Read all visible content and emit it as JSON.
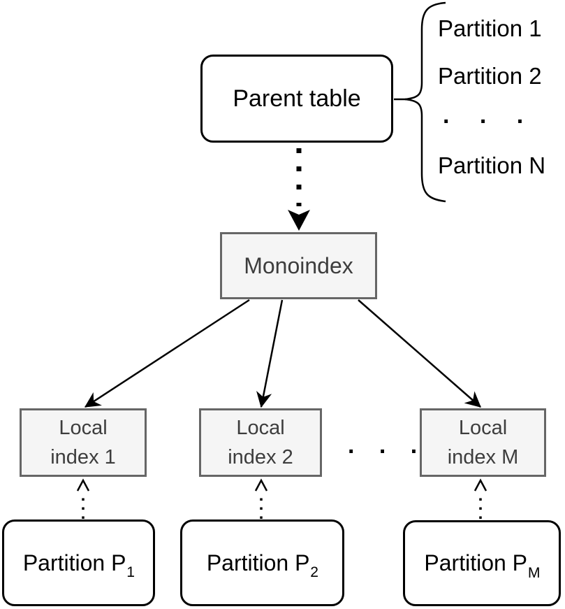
{
  "nodes": {
    "parent_table": {
      "label": "Parent table"
    },
    "monoindex": {
      "label": "Monoindex"
    },
    "local_index_1": {
      "line1": "Local",
      "line2": "index 1"
    },
    "local_index_2": {
      "line1": "Local",
      "line2": "index 2"
    },
    "local_index_m": {
      "line1": "Local",
      "line2": "index M"
    },
    "partition_p1": {
      "base": "Partition P",
      "sub": "1"
    },
    "partition_p2": {
      "base": "Partition P",
      "sub": "2"
    },
    "partition_pm": {
      "base": "Partition P",
      "sub": "M"
    }
  },
  "partition_list": {
    "item1": "Partition 1",
    "item2": "Partition 2",
    "ellipsis": ". . .",
    "itemN": "Partition N"
  },
  "row_ellipsis": ". . .",
  "colors": {
    "background": "#ffffff",
    "outline_black": "#000000",
    "index_border": "#666666",
    "index_fill": "#f5f5f5",
    "index_text": "#3d3d3d",
    "arrow": "#000000"
  }
}
